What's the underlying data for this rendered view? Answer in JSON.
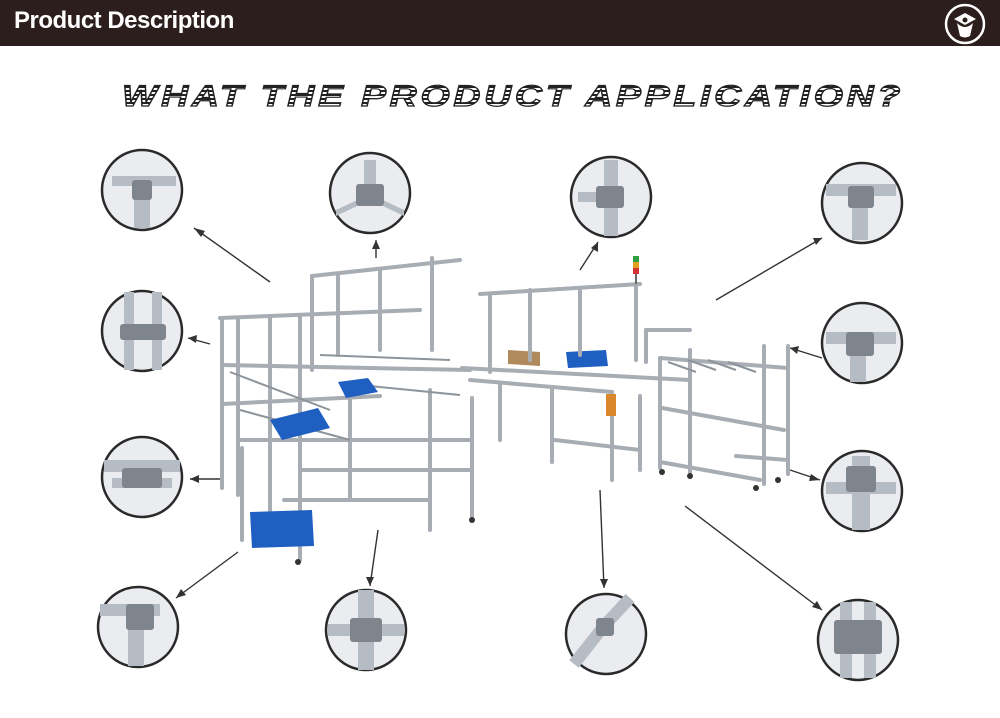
{
  "header": {
    "title": "Product Description",
    "background": "#2b1e1c",
    "logo_icon": "shield-figure-logo-icon"
  },
  "headline": {
    "text": "WHAT THE PRODUCT APPLICATION?"
  },
  "colors": {
    "frame": "#a7adb3",
    "frame_dark": "#6c737a",
    "bin_blue": "#1f5fc2",
    "callout_border": "#2a2a2a"
  },
  "callouts": [
    {
      "id": "top-left",
      "icon": "pipe-corner-joint-icon"
    },
    {
      "id": "top-center-left",
      "icon": "pipe-three-way-joint-icon"
    },
    {
      "id": "top-center-right",
      "icon": "pipe-tee-joint-icon"
    },
    {
      "id": "top-right",
      "icon": "pipe-elbow-joint-icon"
    },
    {
      "id": "mid-left",
      "icon": "pipe-parallel-clamp-icon"
    },
    {
      "id": "mid-right",
      "icon": "pipe-end-cap-joint-icon"
    },
    {
      "id": "lower-left",
      "icon": "pipe-cross-clamp-icon"
    },
    {
      "id": "lower-right",
      "icon": "pipe-sleeve-joint-icon"
    },
    {
      "id": "bottom-left",
      "icon": "pipe-bend-joint-icon"
    },
    {
      "id": "bottom-center-left",
      "icon": "pipe-cross-joint-icon"
    },
    {
      "id": "bottom-center-right",
      "icon": "pipe-swivel-joint-icon"
    },
    {
      "id": "bottom-right",
      "icon": "pipe-double-clamp-icon"
    }
  ]
}
